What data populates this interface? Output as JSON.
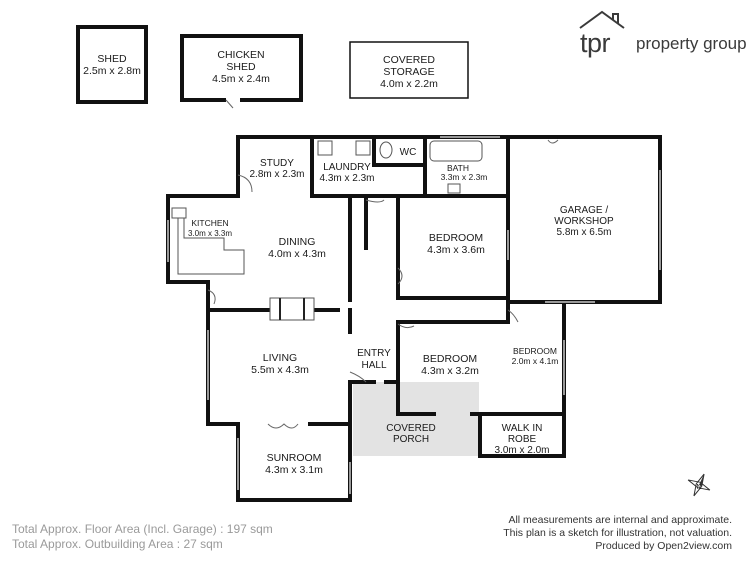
{
  "brand": {
    "logo_text": "tpr",
    "name": "property group"
  },
  "rooms": {
    "shed": {
      "name": "SHED",
      "dims": "2.5m x 2.8m"
    },
    "chicken_shed": {
      "name_line1": "CHICKEN",
      "name_line2": "SHED",
      "dims": "4.5m x 2.4m"
    },
    "covered_storage": {
      "name_line1": "COVERED",
      "name_line2": "STORAGE",
      "dims": "4.0m x 2.2m"
    },
    "study": {
      "name": "STUDY",
      "dims": "2.8m x 2.3m"
    },
    "laundry": {
      "name": "LAUNDRY",
      "dims": "4.3m x 2.3m"
    },
    "wc": {
      "name": "WC"
    },
    "bath": {
      "name": "BATH",
      "dims": "3.3m x 2.3m"
    },
    "garage": {
      "name_line1": "GARAGE /",
      "name_line2": "WORKSHOP",
      "dims": "5.8m x 6.5m"
    },
    "kitchen": {
      "name": "KITCHEN",
      "dims": "3.0m x 3.3m"
    },
    "dining": {
      "name": "DINING",
      "dims": "4.0m x 4.3m"
    },
    "bedroom1": {
      "name": "BEDROOM",
      "dims": "4.3m x 3.6m"
    },
    "living": {
      "name": "LIVING",
      "dims": "5.5m x 4.3m"
    },
    "entry": {
      "name_line1": "ENTRY",
      "name_line2": "HALL"
    },
    "bedroom2": {
      "name": "BEDROOM",
      "dims": "4.3m x 3.2m"
    },
    "bedroom3": {
      "name": "BEDROOM",
      "dims": "2.0m x 4.1m"
    },
    "walkin": {
      "name_line1": "WALK IN",
      "name_line2": "ROBE",
      "dims": "3.0m x 2.0m"
    },
    "porch": {
      "name_line1": "COVERED",
      "name_line2": "PORCH"
    },
    "sunroom": {
      "name": "SUNROOM",
      "dims": "4.3m x 3.1m"
    }
  },
  "footer": {
    "floor_area": "Total Approx. Floor Area (Incl. Garage) : 197 sqm",
    "outbuilding_area": "Total Approx. Outbuilding Area : 27 sqm",
    "disclaimer_1": "All measurements are internal and approximate.",
    "disclaimer_2": "This plan is a sketch for illustration, not valuation.",
    "disclaimer_3": "Produced by Open2view.com"
  },
  "compass": {
    "label": "N"
  }
}
